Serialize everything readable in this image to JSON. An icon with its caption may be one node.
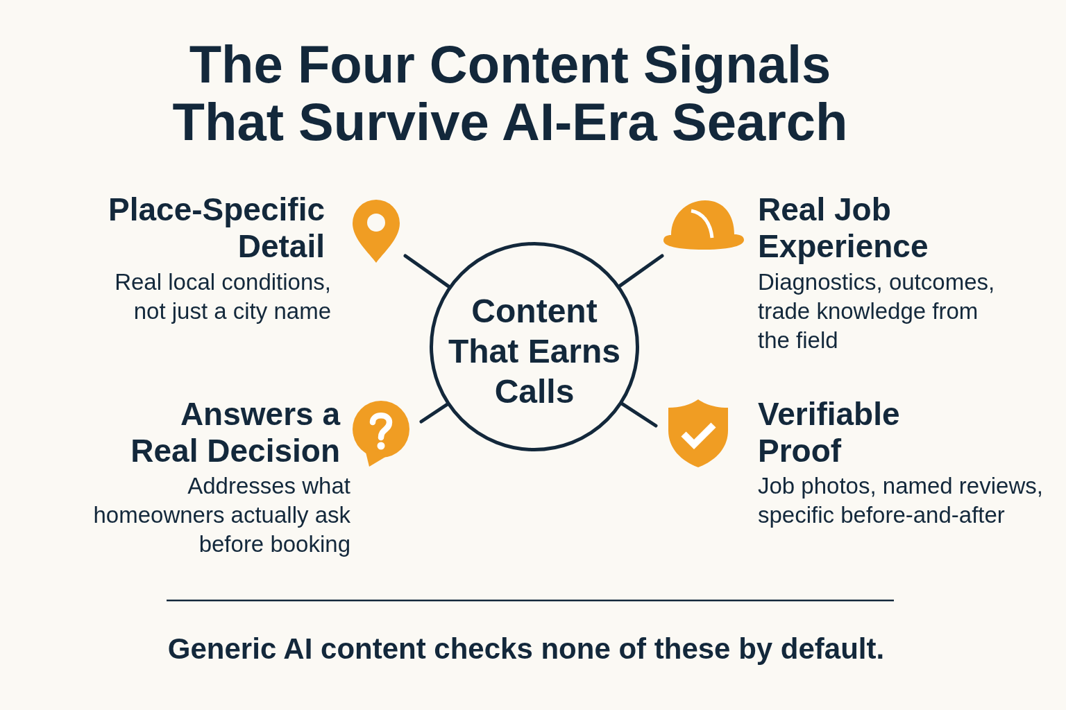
{
  "diagram": {
    "title": "The Four Content Signals That Survive AI-Era Search",
    "nodes": [
      {
        "text": [
          "Content That Earns Calls"
        ]
      },
      {
        "text": [
          "Place-Specific Detail",
          "Real local conditions, not just a city name"
        ]
      },
      {
        "text": [
          "Real Job Experience",
          "Diagnostics, outcomes, trade knowledge from the field"
        ]
      },
      {
        "text": [
          "Answers a Real Decision",
          "Addresses what homeowners actually ask before booking"
        ]
      },
      {
        "text": [
          "Verifiable Proof",
          "Job photos, named reviews, specific before-and-after"
        ]
      }
    ],
    "edges": [
      {
        "from": 0,
        "to": 1,
        "arrow": "none"
      },
      {
        "from": 0,
        "to": 2,
        "arrow": "none"
      },
      {
        "from": 0,
        "to": 3,
        "arrow": "none"
      },
      {
        "from": 0,
        "to": 4,
        "arrow": "none"
      }
    ],
    "labels": [
      "Generic AI content checks none of these by default."
    ]
  }
}
